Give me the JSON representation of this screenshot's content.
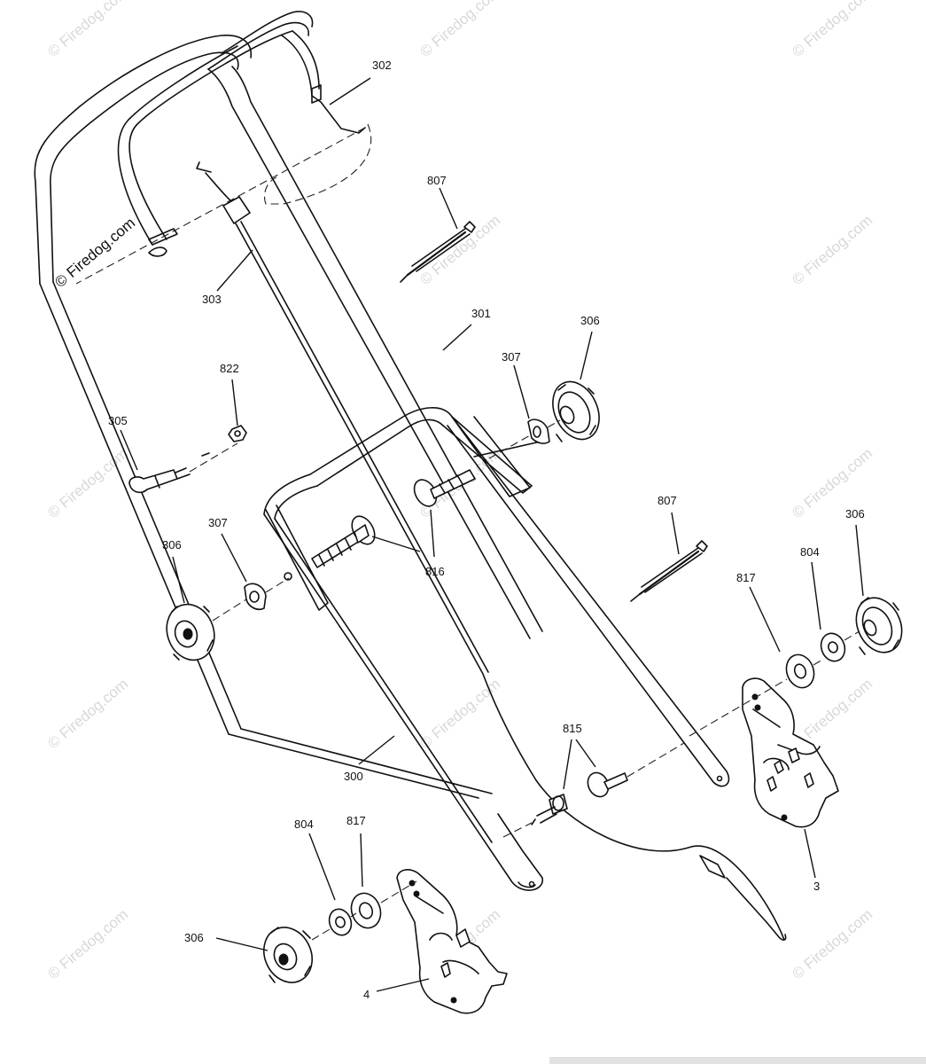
{
  "diagram": {
    "callouts": [
      {
        "id": "c302",
        "label": "302"
      },
      {
        "id": "c807a",
        "label": "807"
      },
      {
        "id": "c303",
        "label": "303"
      },
      {
        "id": "c301",
        "label": "301"
      },
      {
        "id": "c306a",
        "label": "306"
      },
      {
        "id": "c307a",
        "label": "307"
      },
      {
        "id": "c822",
        "label": "822"
      },
      {
        "id": "c305",
        "label": "305"
      },
      {
        "id": "c807b",
        "label": "807"
      },
      {
        "id": "c306b",
        "label": "306"
      },
      {
        "id": "c307b",
        "label": "307"
      },
      {
        "id": "c306c",
        "label": "306"
      },
      {
        "id": "c816",
        "label": "816"
      },
      {
        "id": "c817a",
        "label": "817"
      },
      {
        "id": "c804a",
        "label": "804"
      },
      {
        "id": "c815",
        "label": "815"
      },
      {
        "id": "c300",
        "label": "300"
      },
      {
        "id": "c3",
        "label": "3"
      },
      {
        "id": "c804b",
        "label": "804"
      },
      {
        "id": "c817b",
        "label": "817"
      },
      {
        "id": "c306d",
        "label": "306"
      },
      {
        "id": "c4",
        "label": "4"
      }
    ],
    "watermark": {
      "text": "© Firedog.com"
    }
  }
}
